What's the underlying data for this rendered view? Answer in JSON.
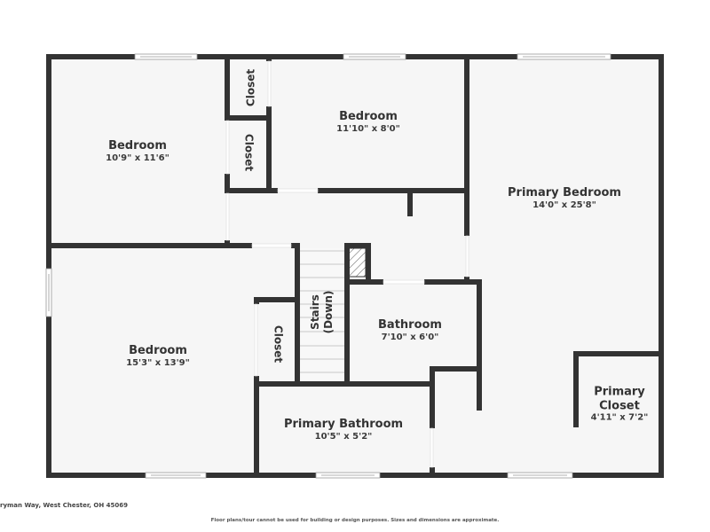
{
  "floorplan": {
    "colors": {
      "wall": "#333333",
      "floor": "#f6f6f6",
      "window": "#ffffff",
      "text": "#333333"
    },
    "rooms": [
      {
        "id": "bedroom-1",
        "name": "Bedroom",
        "dimensions": "10'9\" x 11'6\""
      },
      {
        "id": "bedroom-2",
        "name": "Bedroom",
        "dimensions": "11'10\" x 8'0\""
      },
      {
        "id": "primary-bedroom",
        "name": "Primary Bedroom",
        "dimensions": "14'0\" x 25'8\""
      },
      {
        "id": "bedroom-3",
        "name": "Bedroom",
        "dimensions": "15'3\" x 13'9\""
      },
      {
        "id": "bathroom",
        "name": "Bathroom",
        "dimensions": "7'10\" x 6'0\""
      },
      {
        "id": "primary-bathroom",
        "name": "Primary Bathroom",
        "dimensions": "10'5\" x 5'2\""
      },
      {
        "id": "primary-closet",
        "name_line1": "Primary",
        "name_line2": "Closet",
        "dimensions": "4'11\" x 7'2\""
      }
    ],
    "closets": [
      {
        "id": "closet-upper",
        "name": "Closet"
      },
      {
        "id": "closet-middle",
        "name": "Closet"
      },
      {
        "id": "closet-lower",
        "name": "Closet"
      }
    ],
    "stairs": {
      "line1": "Stairs",
      "line2": "(Down)"
    }
  },
  "footer": {
    "address": "ryman Way, West Chester, OH 45069",
    "disclaimer": "Floor plans/tour cannot be used for building or design purposes. Sizes and dimensions are approximate."
  }
}
